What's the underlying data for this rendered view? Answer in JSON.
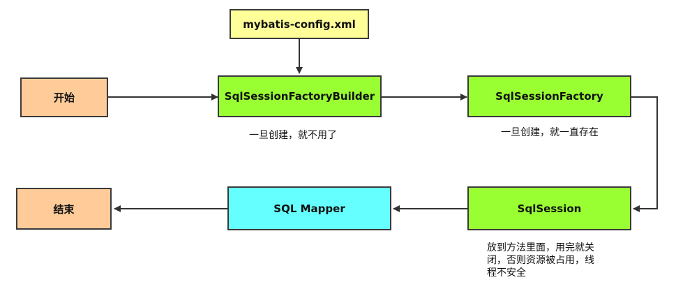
{
  "colors": {
    "config": "#ffff99",
    "green": "#99ff33",
    "cyan": "#66ffff",
    "orange": "#ffcc99",
    "border": "#3a3a3a",
    "edge": "#333333"
  },
  "nodes": {
    "config": "mybatis-config.xml",
    "start": "开始",
    "builder": "SqlSessionFactoryBuilder",
    "factory": "SqlSessionFactory",
    "session": "SqlSession",
    "mapper": "SQL Mapper",
    "end": "结束"
  },
  "captions": {
    "builder": "一旦创建，就不用了",
    "factory": "一旦创建，就一直存在",
    "session_line1": "放到方法里面，用完就关",
    "session_line2": "闭，否则资源被占用，线",
    "session_line3": "程不安全"
  }
}
